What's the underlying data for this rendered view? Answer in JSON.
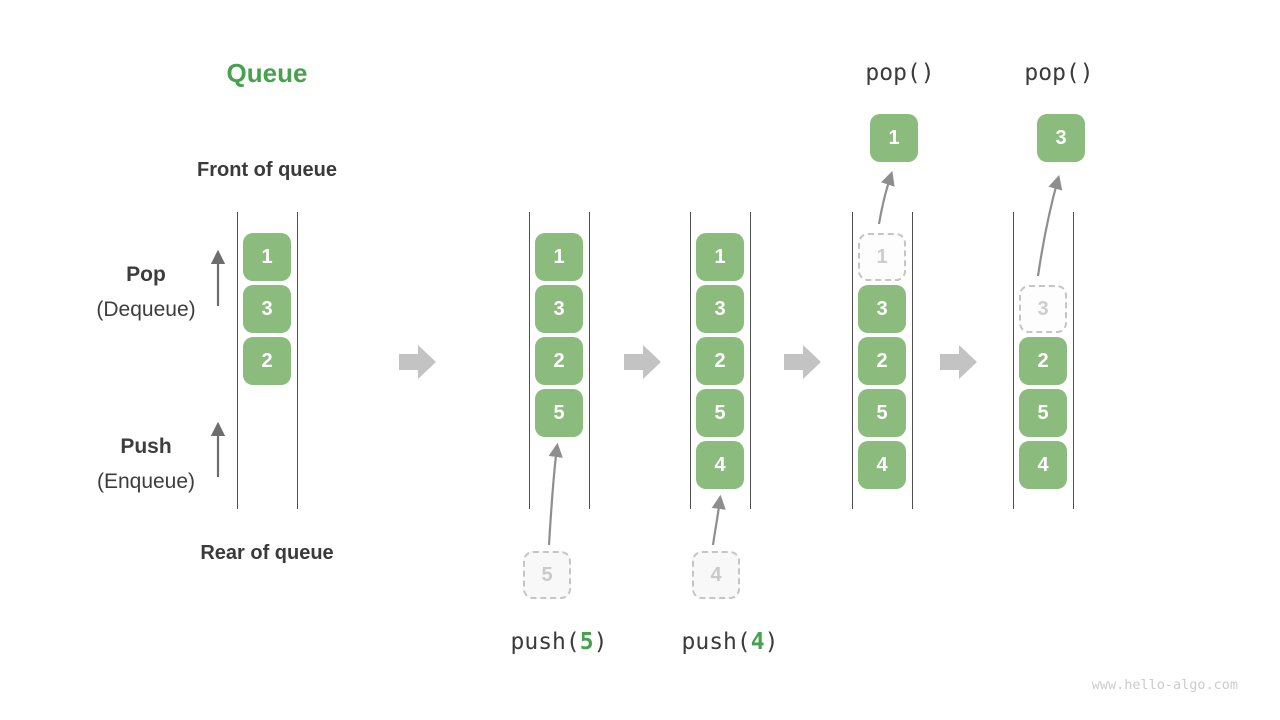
{
  "title": "Queue",
  "side_labels": {
    "front": "Front of queue",
    "rear": "Rear of queue",
    "pop": "Pop",
    "pop_sub": "(Dequeue)",
    "push": "Push",
    "push_sub": "(Enqueue)"
  },
  "watermark": "www.hello-algo.com",
  "colors": {
    "box_green": "#8cbb7e",
    "title_green": "#47a14e",
    "label_dark": "#3d3d3d",
    "column_line": "#4f4f4f",
    "block_arrow_gray": "#c3c3c3",
    "curve_arrow_gray": "#8e8e8e",
    "thin_arrow_gray": "#6d6d6d",
    "dashed_border": "#c5c5c5",
    "faint_number": "#c9c9c9",
    "watermark_gray": "#cbcbcb"
  },
  "states": [
    {
      "cells": [
        {
          "slot": 0,
          "value": "1",
          "dashed": false
        },
        {
          "slot": 1,
          "value": "3",
          "dashed": false
        },
        {
          "slot": 2,
          "value": "2",
          "dashed": false
        }
      ]
    },
    {
      "cells": [
        {
          "slot": 0,
          "value": "1",
          "dashed": false
        },
        {
          "slot": 1,
          "value": "3",
          "dashed": false
        },
        {
          "slot": 2,
          "value": "2",
          "dashed": false
        },
        {
          "slot": 3,
          "value": "5",
          "dashed": false
        }
      ],
      "push": {
        "value": "5",
        "label": {
          "fn": "push(",
          "arg": "5",
          "close": ")"
        }
      }
    },
    {
      "cells": [
        {
          "slot": 0,
          "value": "1",
          "dashed": false
        },
        {
          "slot": 1,
          "value": "3",
          "dashed": false
        },
        {
          "slot": 2,
          "value": "2",
          "dashed": false
        },
        {
          "slot": 3,
          "value": "5",
          "dashed": false
        },
        {
          "slot": 4,
          "value": "4",
          "dashed": false
        }
      ],
      "push": {
        "value": "4",
        "label": {
          "fn": "push(",
          "arg": "4",
          "close": ")"
        }
      }
    },
    {
      "cells": [
        {
          "slot": 0,
          "value": "1",
          "dashed": true
        },
        {
          "slot": 1,
          "value": "3",
          "dashed": false
        },
        {
          "slot": 2,
          "value": "2",
          "dashed": false
        },
        {
          "slot": 3,
          "value": "5",
          "dashed": false
        },
        {
          "slot": 4,
          "value": "4",
          "dashed": false
        }
      ],
      "pop": {
        "value": "1",
        "label": "pop()"
      }
    },
    {
      "cells": [
        {
          "slot": 1,
          "value": "3",
          "dashed": true
        },
        {
          "slot": 2,
          "value": "2",
          "dashed": false
        },
        {
          "slot": 3,
          "value": "5",
          "dashed": false
        },
        {
          "slot": 4,
          "value": "4",
          "dashed": false
        }
      ],
      "pop": {
        "value": "3",
        "label": "pop()"
      }
    }
  ]
}
